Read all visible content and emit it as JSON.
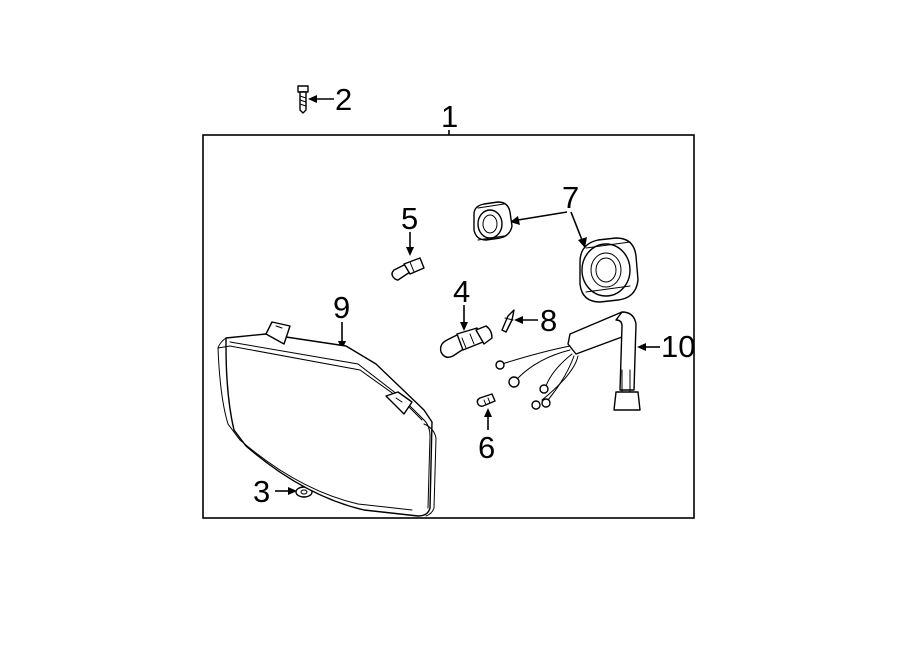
{
  "diagram": {
    "callouts": {
      "c1": "1",
      "c2": "2",
      "c3": "3",
      "c4": "4",
      "c5": "5",
      "c6": "6",
      "c7": "7",
      "c8": "8",
      "c9": "9",
      "c10": "10"
    },
    "parts": {
      "p2": "bolt-icon",
      "p3": "nut-icon",
      "p4": "halogen-bulb-icon",
      "p5": "side-marker-bulb-icon",
      "p6": "wedge-bulb-icon",
      "p7a": "small-socket-icon",
      "p7b": "large-socket-icon",
      "p8": "retaining-clip-icon",
      "p9": "headlamp-housing-icon",
      "p10": "wiring-harness-icon"
    }
  }
}
